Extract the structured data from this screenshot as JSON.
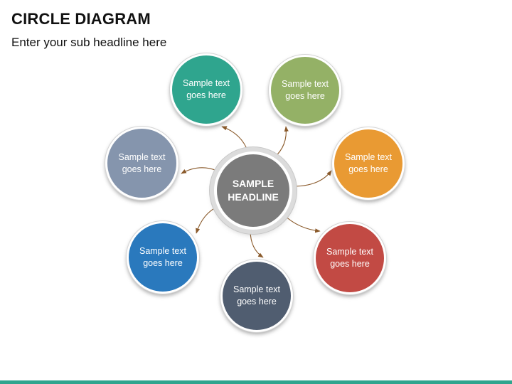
{
  "header": {
    "title": "CIRCLE DIAGRAM",
    "subtitle": "Enter your sub headline here"
  },
  "center": {
    "label": "SAMPLE\nHEADLINE",
    "color": "#7b7b7b"
  },
  "nodes": [
    {
      "id": "teal",
      "label": "Sample text\ngoes here",
      "color": "#2fa58e"
    },
    {
      "id": "green",
      "label": "Sample text\ngoes here",
      "color": "#94b166"
    },
    {
      "id": "orange",
      "label": "Sample text\ngoes here",
      "color": "#e99a33"
    },
    {
      "id": "red",
      "label": "Sample text\ngoes here",
      "color": "#c24a44"
    },
    {
      "id": "slate",
      "label": "Sample text\ngoes here",
      "color": "#505d70"
    },
    {
      "id": "blue",
      "label": "Sample text\ngoes here",
      "color": "#2a79bd"
    },
    {
      "id": "gray-blue",
      "label": "Sample text\ngoes here",
      "color": "#8595ad"
    }
  ],
  "connector_color": "#8a5a2b",
  "footer_bar_color": "#2fa58e"
}
